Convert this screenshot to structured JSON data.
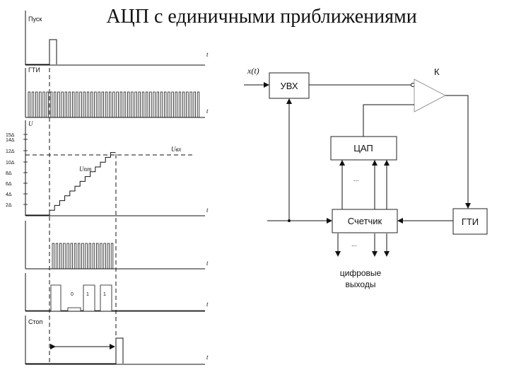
{
  "title": "АЦП с единичными приближениями",
  "timing": {
    "start_label": "Пуск",
    "gti_label": "ГТИ",
    "u_label": "U",
    "uin_label": "Uвх",
    "uout_label": "Uпт",
    "stop_label": "Стоп",
    "time_label": "t",
    "levels": [
      "15Δ",
      "14Δ",
      "12Δ",
      "10Δ",
      "8Δ",
      "6Δ",
      "4Δ",
      "2Δ"
    ],
    "bits": [
      "0",
      "1",
      "1"
    ]
  },
  "block": {
    "input_label": "x(t)",
    "comparator_label": "К",
    "uvx": "УВХ",
    "dac": "ЦАП",
    "counter": "Счетчик",
    "gti": "ГТИ",
    "dots": "...",
    "outputs_line1": "цифровые",
    "outputs_line2": "выходы"
  }
}
